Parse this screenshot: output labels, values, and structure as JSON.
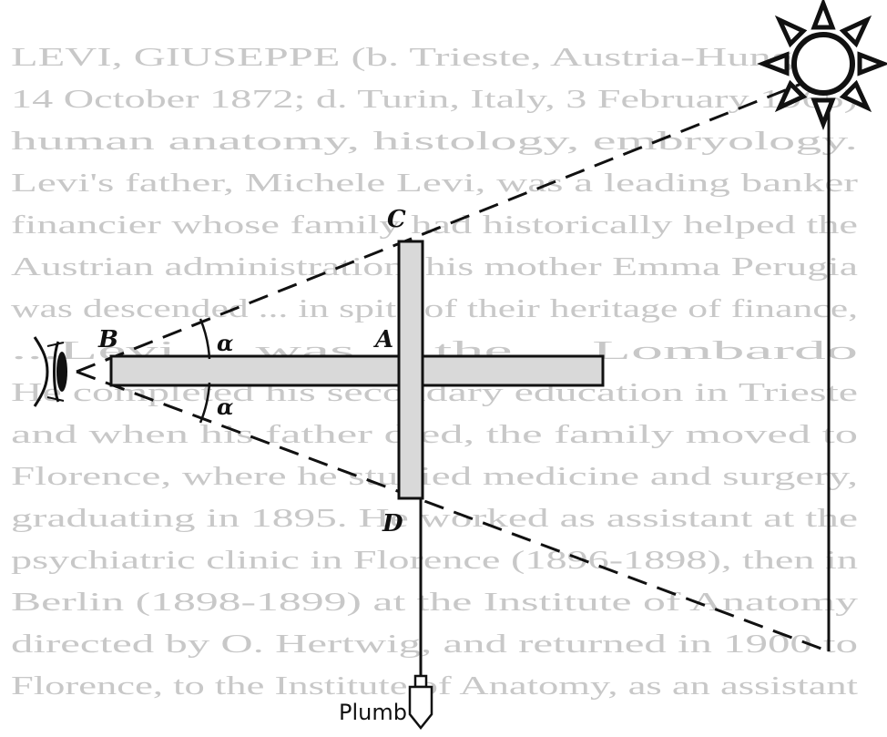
{
  "labels": {
    "B": "B",
    "C": "C",
    "A": "A",
    "D": "D",
    "alpha_upper": "α",
    "alpha_lower": "α",
    "plumb": "Plumb"
  },
  "icons": {
    "sun": "sun-icon",
    "eye": "eye-icon"
  },
  "background_text": [
    "LEVI, GIUSEPPE (b. Trieste, Austria-Hungary,",
    "14 October 1872; d. Turin, Italy, 3 February 1965)",
    "human anatomy, histology, embryology.",
    "Levi's father, Michele Levi, was a leading banker",
    "financier whose family had historically helped the",
    "Austrian administration, his mother Emma Perugia",
    "was descended ... in spite of their heritage of finance,",
    "...Levi ... was ... the ... Lombardo",
    "He completed his secondary education in Trieste",
    "and when his father died, the family moved to",
    "Florence, where he studied medicine and surgery,",
    "graduating in 1895. He worked as assistant at the",
    "psychiatric clinic in Florence (1896-1898), then in",
    "Berlin (1898-1899) at the Institute of Anatomy",
    "directed by O. Hertwig, and returned in 1900 to",
    "Florence, to the Institute of Anatomy, as an assistant"
  ],
  "colors": {
    "ink": "#111111",
    "rod_fill": "#d9d9d9",
    "faded_text": "#c8c8c8"
  }
}
